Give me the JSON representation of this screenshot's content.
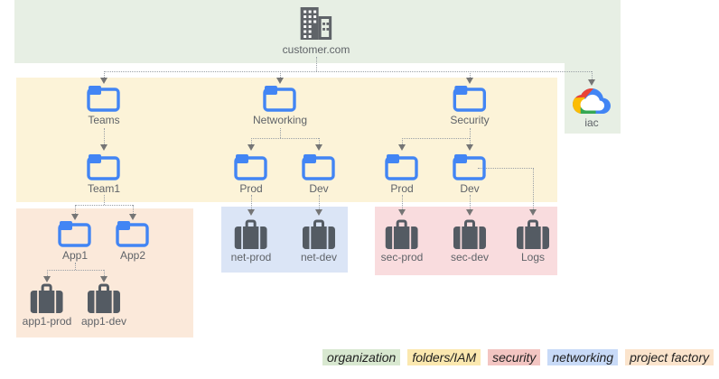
{
  "nodes": {
    "org": {
      "label": "customer.com",
      "icon": "building-icon"
    },
    "teams": {
      "label": "Teams",
      "icon": "folder-icon"
    },
    "networking": {
      "label": "Networking",
      "icon": "folder-icon"
    },
    "security": {
      "label": "Security",
      "icon": "folder-icon"
    },
    "iac": {
      "label": "iac",
      "icon": "google-cloud-icon"
    },
    "team1": {
      "label": "Team1",
      "icon": "folder-icon"
    },
    "net_prod": {
      "label": "Prod",
      "icon": "folder-icon"
    },
    "net_dev": {
      "label": "Dev",
      "icon": "folder-icon"
    },
    "sec_prod": {
      "label": "Prod",
      "icon": "folder-icon"
    },
    "sec_dev": {
      "label": "Dev",
      "icon": "folder-icon"
    },
    "app1": {
      "label": "App1",
      "icon": "folder-icon"
    },
    "app2": {
      "label": "App2",
      "icon": "folder-icon"
    },
    "proj_app1_prod": {
      "label": "app1-prod",
      "icon": "project-briefcase-icon"
    },
    "proj_app1_dev": {
      "label": "app1-dev",
      "icon": "project-briefcase-icon"
    },
    "proj_net_prod": {
      "label": "net-prod",
      "icon": "project-briefcase-icon"
    },
    "proj_net_dev": {
      "label": "net-dev",
      "icon": "project-briefcase-icon"
    },
    "proj_sec_prod": {
      "label": "sec-prod",
      "icon": "project-briefcase-icon"
    },
    "proj_sec_dev": {
      "label": "sec-dev",
      "icon": "project-briefcase-icon"
    },
    "proj_logs": {
      "label": "Logs",
      "icon": "project-briefcase-icon"
    }
  },
  "regions": {
    "organization_color": "#E7EFE4",
    "folders_iam_color": "#FCF3D8",
    "project_factory_color": "#FBE9DA",
    "networking_color": "#DBE5F6",
    "security_color": "#F9DCDE"
  },
  "legend": {
    "items": [
      {
        "label": "organization",
        "color": "#D8E8D0"
      },
      {
        "label": "folders/IAM",
        "color": "#FBE8AF"
      },
      {
        "label": "security",
        "color": "#F3C5C2"
      },
      {
        "label": "networking",
        "color": "#C8DAF7"
      },
      {
        "label": "project factory",
        "color": "#FBE4CC"
      }
    ]
  },
  "palette": {
    "folder_blue": "#4285F4",
    "icon_gray": "#5F6368",
    "briefcase_gray": "#545B63",
    "label_gray": "#5F6368",
    "connector_gray": "#9AA0A6",
    "gcp_red": "#EA4335",
    "gcp_yellow": "#FBBC05",
    "gcp_green": "#34A853",
    "gcp_blue": "#4285F4"
  }
}
